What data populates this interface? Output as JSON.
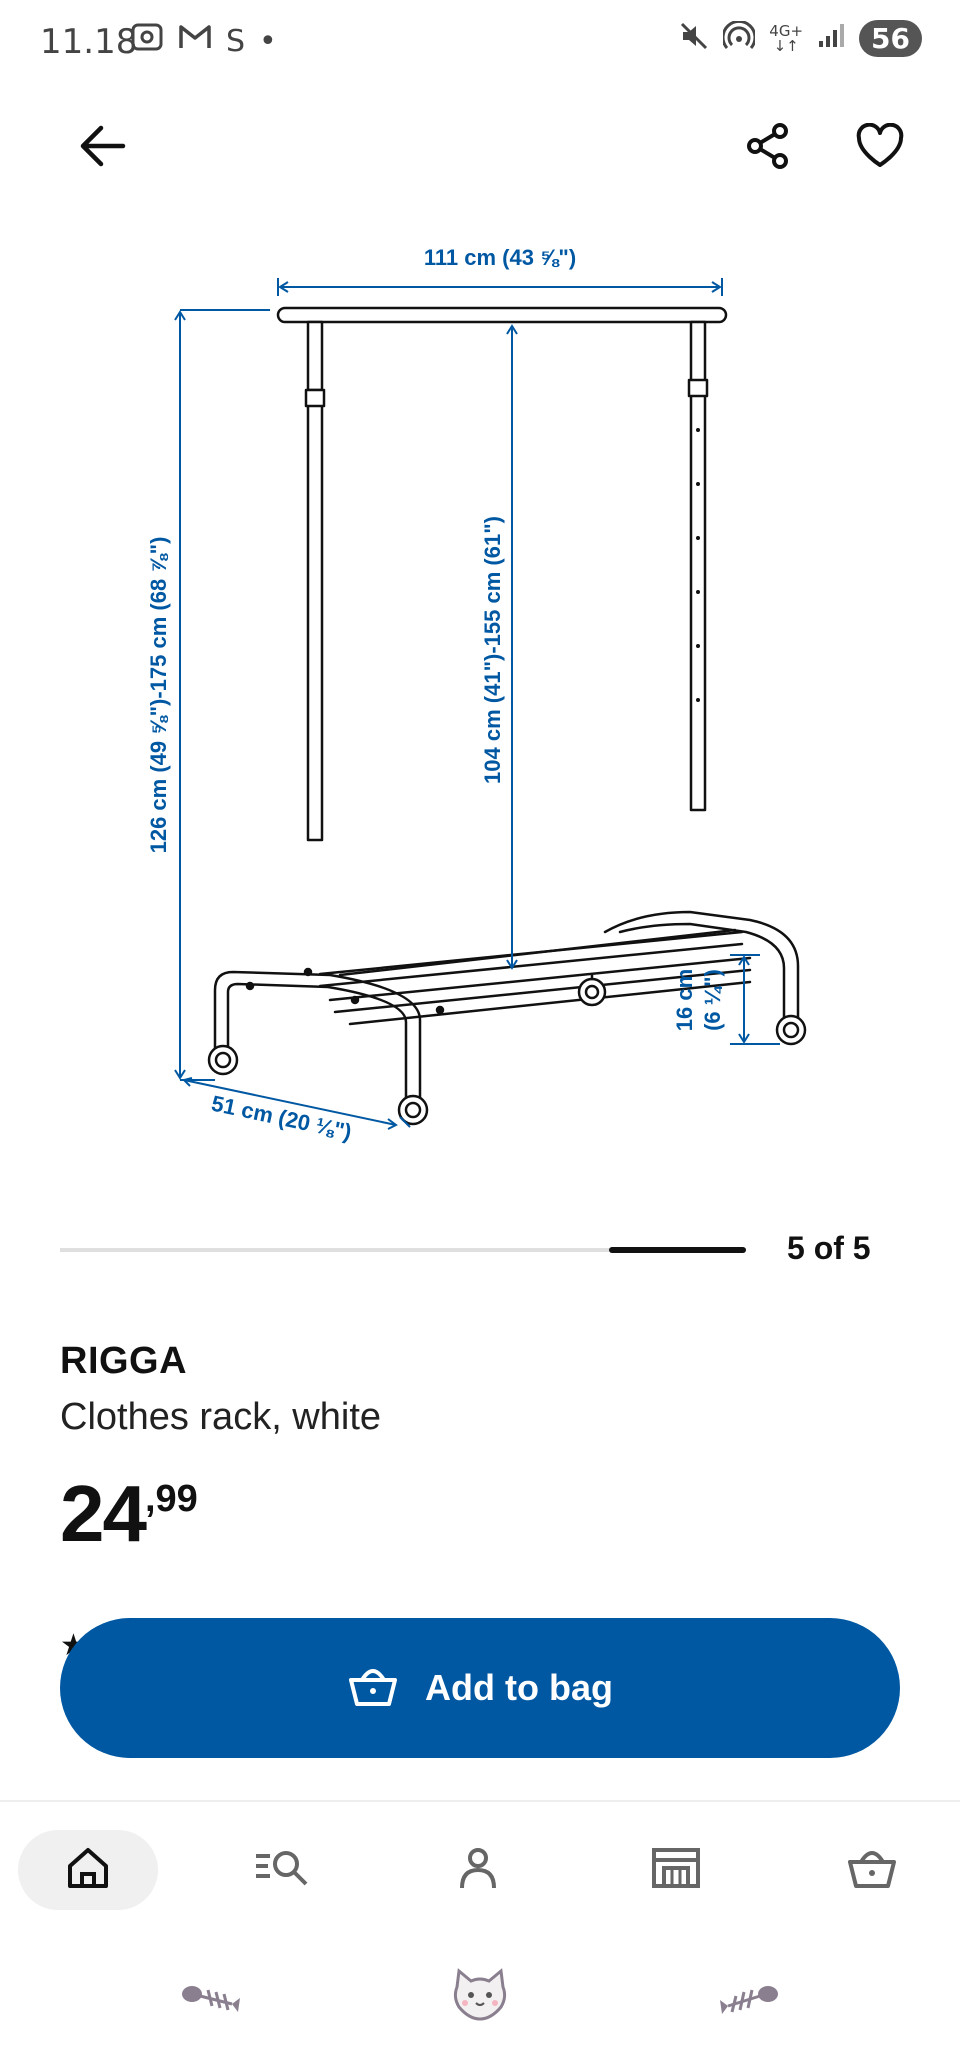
{
  "status_bar": {
    "time": "11.18",
    "left_icons": [
      "screenshot-icon",
      "gmail-icon",
      "s-icon",
      "dot-icon"
    ],
    "s_label": "S",
    "network_label": "4G+",
    "battery": "56"
  },
  "top_bar": {
    "icons": [
      "back-arrow-icon",
      "share-icon",
      "heart-icon"
    ]
  },
  "product_image": {
    "dimensions": {
      "width": "111 cm (43 ⅝\")",
      "height": "126 cm (49 ⅝\")-175 cm (68 ⅞\")",
      "hanging_height": "104 cm (41\")-155 cm (61\")",
      "depth": "51 cm (20 ⅛\")",
      "shelf_height_line1": "16 cm",
      "shelf_height_line2": "(6 ¼\")"
    }
  },
  "carousel": {
    "counter": "5 of 5",
    "current": 5,
    "total": 5
  },
  "product": {
    "name": "RIGGA",
    "description": "Clothes rack, white",
    "price_integer": "24",
    "price_decimal": ",99",
    "rating_peek": "★"
  },
  "actions": {
    "add_to_bag": "Add to bag"
  },
  "bottom_nav": {
    "items": [
      {
        "icon": "home-icon",
        "active": true
      },
      {
        "icon": "search-list-icon",
        "active": false
      },
      {
        "icon": "profile-icon",
        "active": false
      },
      {
        "icon": "store-icon",
        "active": false
      },
      {
        "icon": "basket-icon",
        "active": false
      }
    ]
  },
  "system_nav": {
    "icons": [
      "fishbone-left-icon",
      "cat-home-icon",
      "fishbone-right-icon"
    ]
  },
  "colors": {
    "brand_blue": "#0058a3",
    "dimension_blue": "#0058a3",
    "text": "#111111"
  }
}
